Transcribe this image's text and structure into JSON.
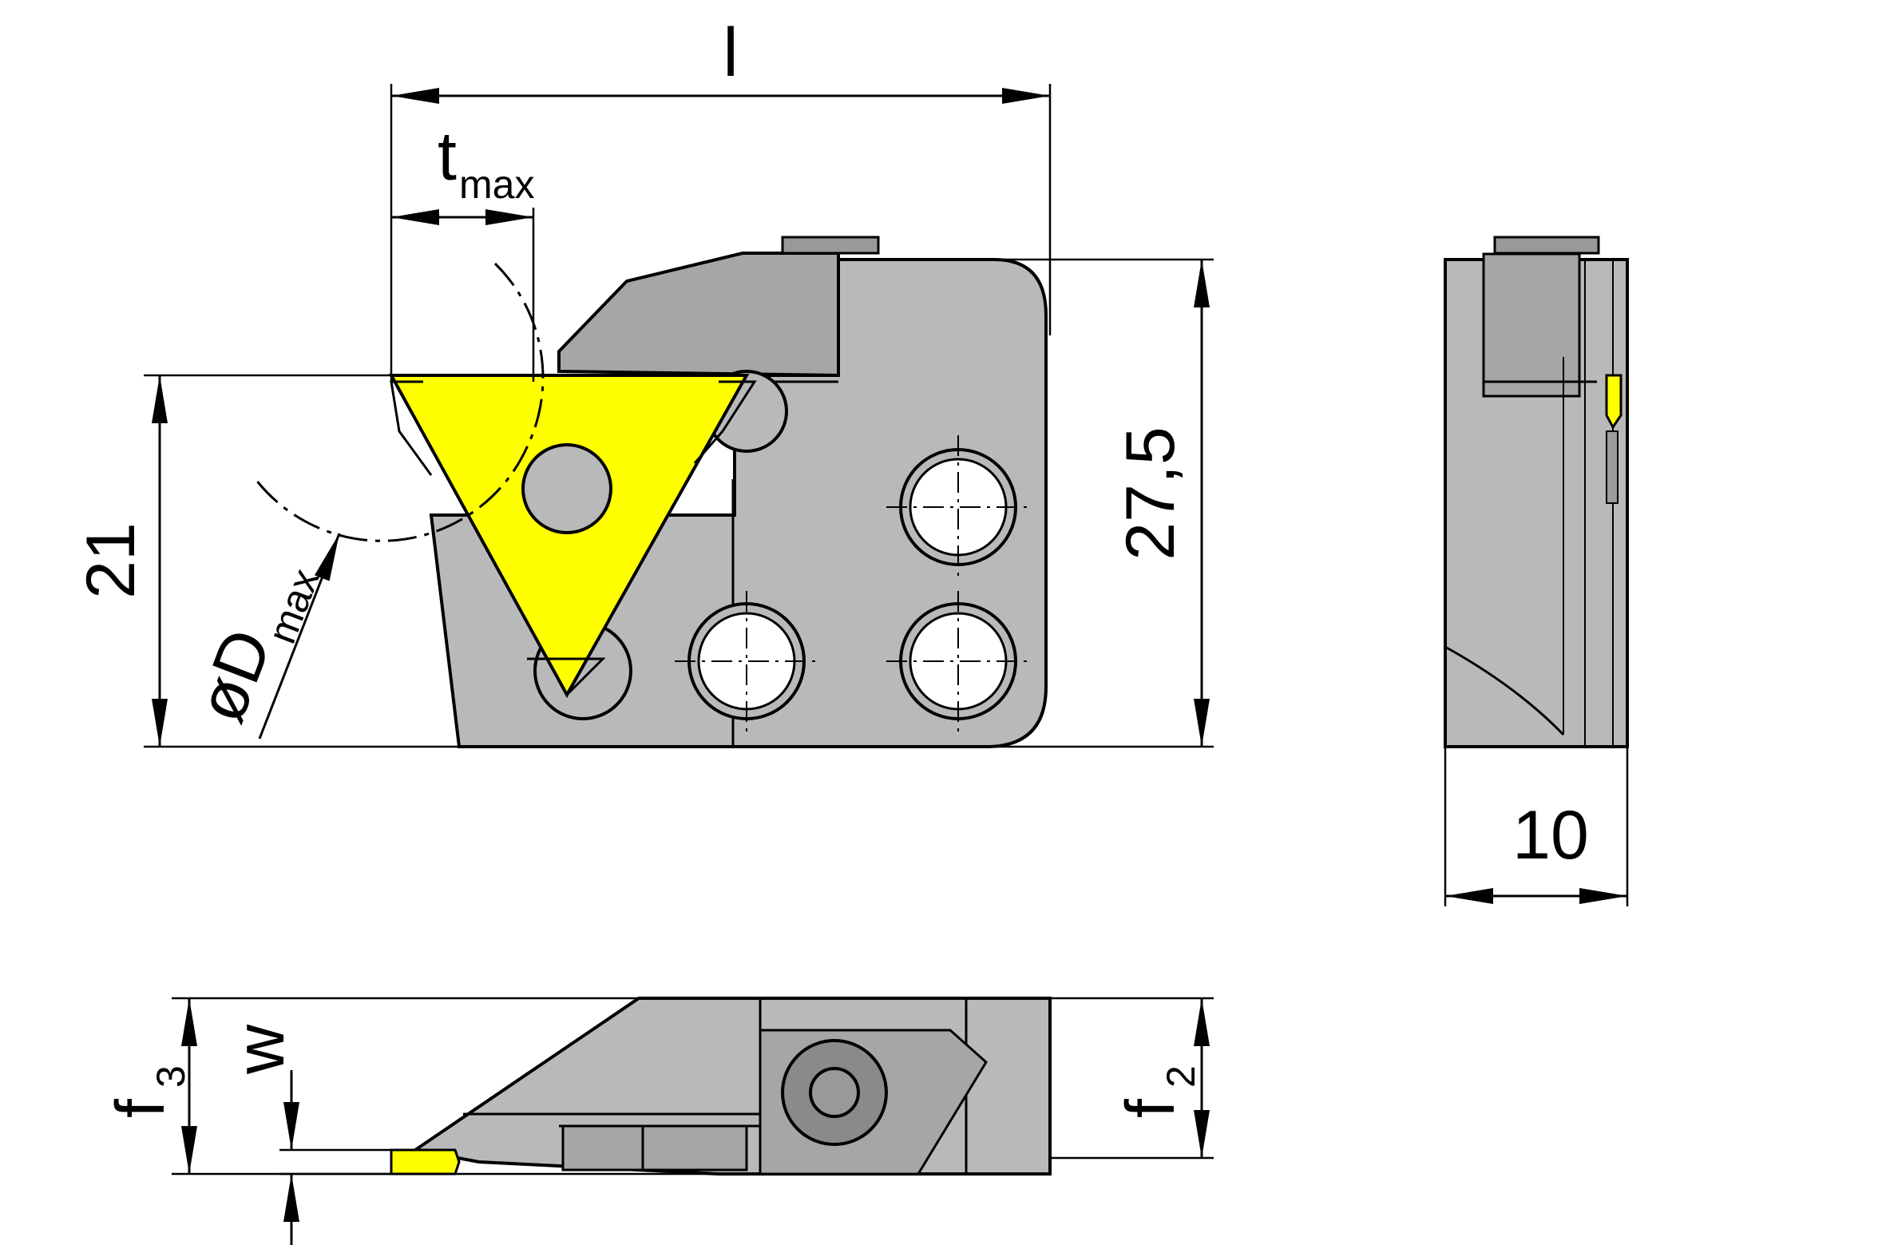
{
  "colors": {
    "body": "#b9b9b9",
    "body_dark": "#9c9c9c",
    "clamp": "#a6a6a6",
    "insert": "#ffff00",
    "outline": "#000000",
    "hole": "#ffffff"
  },
  "dimensions": {
    "l": "l",
    "t": "t",
    "t_sub": "max",
    "d_prefix": "øD",
    "d_sub": "max",
    "h21": "21",
    "h27": "27,5",
    "w10": "10",
    "f": "f",
    "f3_sub": "3",
    "f2_sub": "2",
    "w": "w"
  }
}
